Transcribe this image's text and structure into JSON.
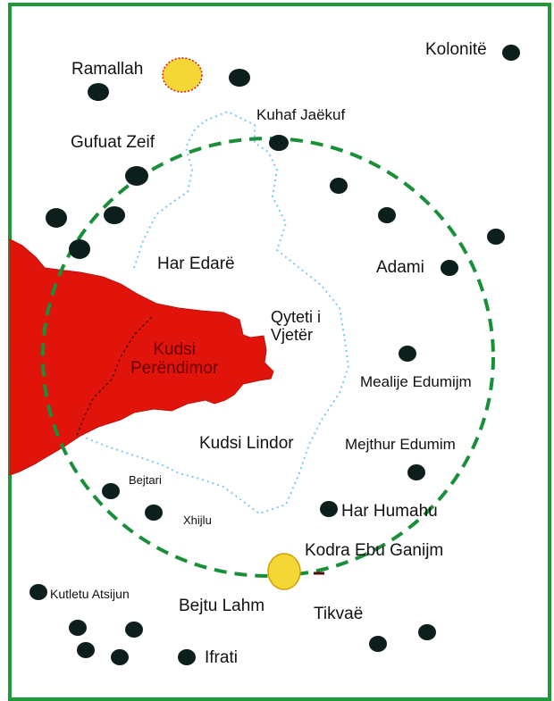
{
  "map": {
    "colors": {
      "frame": "#1f9a3a",
      "west_area": "#e0140a",
      "boundary_dashed": "#1a8f3a",
      "old_city_dotted": "#7fc8f0",
      "settlement": "#0d1f1d",
      "highlight": "#f5d637"
    },
    "labels": {
      "ramallah": "Ramallah",
      "kolonite": "Kolonitë",
      "kuhaf_jaekuf": "Kuhaf Jaëkuf",
      "gufuat_zeif": "Gufuat Zeif",
      "har_edare": "Har Edarë",
      "adami": "Adami",
      "qyteti_line1": "Qyteti i",
      "qyteti_line2": "Vjetër",
      "kudsi_per_line1": "Kudsi",
      "kudsi_per_line2": "Perëndimor",
      "mealije": "Mealije Edumijm",
      "kudsi_lindor": "Kudsi Lindor",
      "mejthur": "Mejthur Edumim",
      "bejtari": "Bejtari",
      "xhijlu": "Xhijlu",
      "har_humahu": "Har Humahu",
      "kodra": "Kodra Ebu Ganijm",
      "kutletu": "Kutletu Atsijun",
      "bejtu_lahm": "Bejtu Lahm",
      "tikvae": "Tikvaë",
      "ifrati": "Ifrati"
    }
  }
}
